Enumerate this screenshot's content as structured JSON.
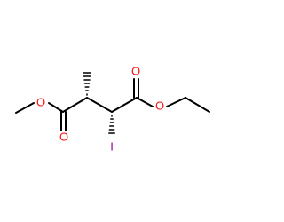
{
  "molecule": {
    "atoms": {
      "o_methoxy": {
        "symbol": "O",
        "color": "#ff0d0d"
      },
      "o_carbonyl_left": {
        "symbol": "O",
        "color": "#ff0d0d"
      },
      "o_carbonyl_right": {
        "symbol": "O",
        "color": "#ff0d0d"
      },
      "o_ethoxy": {
        "symbol": "O",
        "color": "#ff0d0d"
      },
      "iodine": {
        "symbol": "I",
        "color": "#940094"
      }
    },
    "stereo_bonds": [
      {
        "type": "hashed-wedge",
        "from": "C2",
        "to": "methyl"
      },
      {
        "type": "hashed-wedge",
        "from": "C3",
        "to": "I"
      }
    ],
    "bond_color": "#000000"
  }
}
